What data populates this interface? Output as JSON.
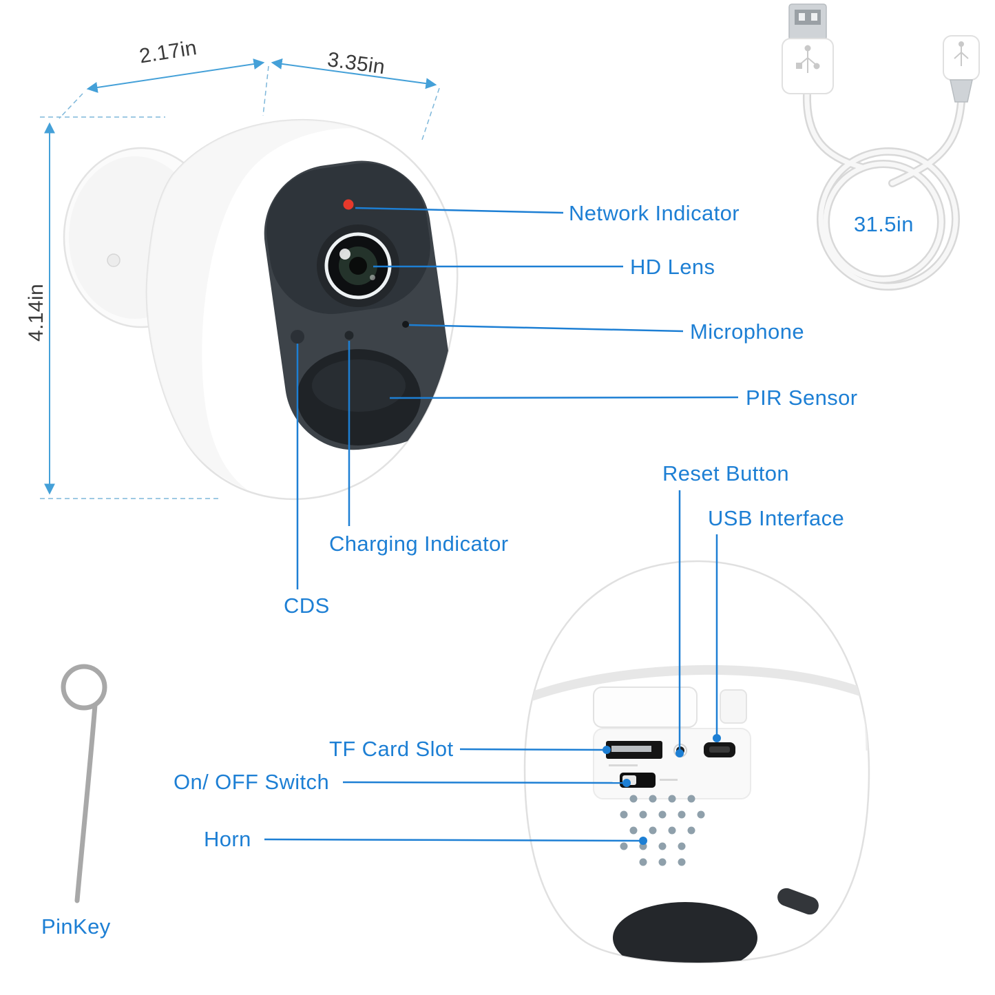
{
  "labels": {
    "network_indicator": "Network Indicator",
    "hd_lens": "HD Lens",
    "microphone": "Microphone",
    "pir_sensor": "PIR Sensor",
    "reset_button": "Reset Button",
    "usb_interface": "USB Interface",
    "charging_indicator": "Charging Indicator",
    "cds": "CDS",
    "tf_card_slot": "TF Card Slot",
    "on_off_switch": "On/ OFF Switch",
    "horn": "Horn",
    "pinkey": "PinKey"
  },
  "dimensions": {
    "width_left": "2.17in",
    "width_right": "3.35in",
    "height": "4.14in",
    "cable_length": "31.5in"
  },
  "colors": {
    "label_blue": "#1d7fd4",
    "leader_line_blue": "#1d7fd4",
    "dimension_line_blue": "#44a0d8",
    "dimension_text": "#3a3a3a",
    "indicator_red": "#e8392b",
    "camera_face_dark": "#343a40",
    "body_white": "#ffffff"
  }
}
